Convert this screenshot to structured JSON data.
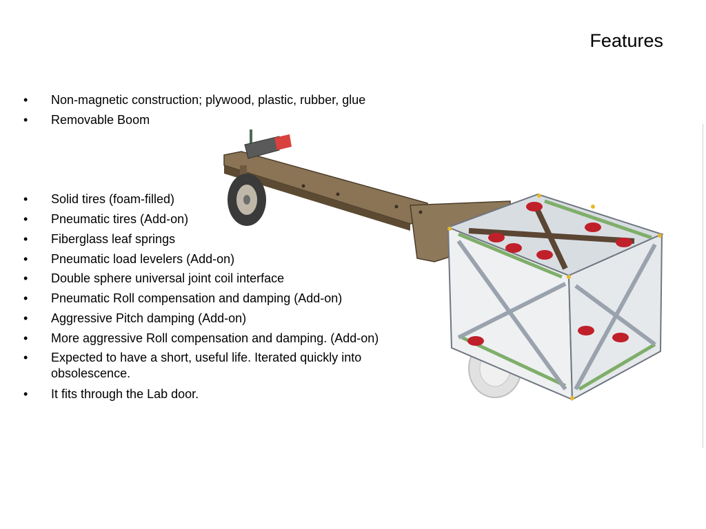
{
  "slide": {
    "title": "Features"
  },
  "bullets": [
    {
      "marker": "•",
      "text": "Non-magnetic construction; plywood, plastic, rubber, glue"
    },
    {
      "marker": "•",
      "text": "Removable Boom"
    },
    {
      "marker": "•",
      "text": "Solid tires (foam-filled)"
    },
    {
      "marker": "•",
      "text": "Pneumatic tires (Add-on)"
    },
    {
      "marker": "•",
      "text": "Fiberglass leaf springs"
    },
    {
      "marker": "•",
      "text": "Pneumatic load levelers (Add-on)"
    },
    {
      "marker": "•",
      "text": "Double sphere universal joint coil interface"
    },
    {
      "marker": "•",
      "text": "Pneumatic Roll compensation and damping (Add-on)"
    },
    {
      "marker": "•",
      "text": "Aggressive Pitch damping (Add-on)"
    },
    {
      "marker": "•",
      "text": "More aggressive Roll compensation and damping. (Add-on)"
    },
    {
      "marker": "•",
      "text": "Expected to have a short, useful life. Iterated quickly into obsolescence."
    },
    {
      "marker": "•",
      "text": "It fits through the Lab door."
    }
  ],
  "colors": {
    "boom": "#8a7455",
    "boom_dark": "#5c4a33",
    "frame": "#9aa3ad",
    "frame_light": "#d8dde2",
    "strut": "#7fae6a",
    "spool": "#c0202a",
    "tire": "#3a3a3a",
    "bracket": "#e5b92a"
  }
}
